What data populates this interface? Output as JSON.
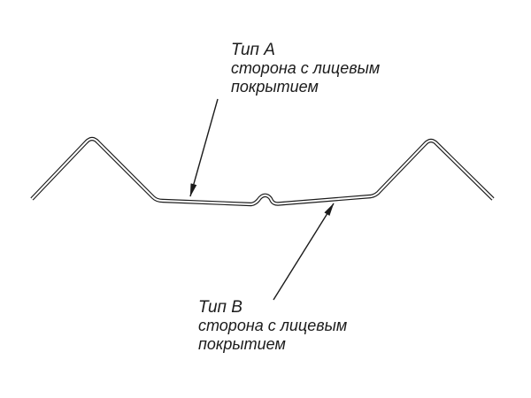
{
  "diagram": {
    "title": "Profile cross-section with coating side callouts",
    "colors": {
      "background": "#ffffff",
      "line": "#1b1b1b"
    },
    "labels": {
      "type_a": {
        "title": "Тип А",
        "line1": "сторона с лицевым",
        "line2": "покрытием"
      },
      "type_b": {
        "title": "Тип В",
        "line1": "сторона с лицевым",
        "line2": "покрытием"
      }
    }
  }
}
